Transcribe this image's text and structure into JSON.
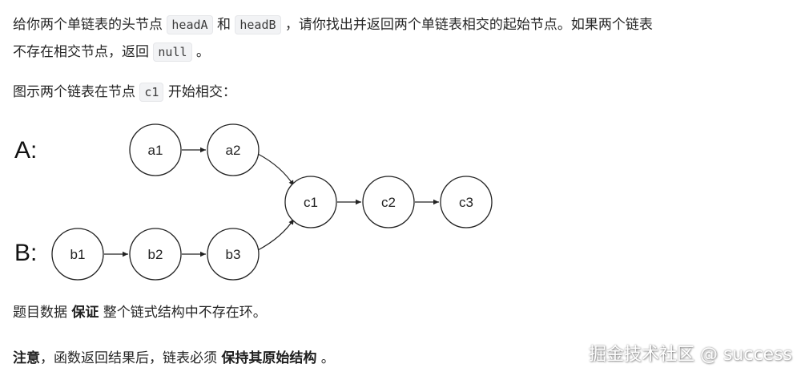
{
  "paragraph1": {
    "line1_a": "给你两个单链表的头节点 ",
    "code_headA": "headA",
    "line1_b": " 和 ",
    "code_headB": "headB",
    "line1_c": " ，请你找出并返回两个单链表相交的起始节点。如果两个链表",
    "line2_a": "不存在相交节点，返回 ",
    "code_null": "null",
    "line2_b": " 。"
  },
  "paragraph2": {
    "text_a": "图示两个链表在节点 ",
    "code_c1": "c1",
    "text_b": " 开始相交："
  },
  "diagram": {
    "label_a": "A:",
    "label_b": "B:",
    "nodes": [
      {
        "id": "a1",
        "text": "a1"
      },
      {
        "id": "a2",
        "text": "a2"
      },
      {
        "id": "b1",
        "text": "b1"
      },
      {
        "id": "b2",
        "text": "b2"
      },
      {
        "id": "b3",
        "text": "b3"
      },
      {
        "id": "c1",
        "text": "c1"
      },
      {
        "id": "c2",
        "text": "c2"
      },
      {
        "id": "c3",
        "text": "c3"
      }
    ]
  },
  "paragraph3": {
    "text_a": "题目数据 ",
    "bold": "保证",
    "text_b": " 整个链式结构中不存在环。"
  },
  "paragraph4": {
    "bold_a": "注意",
    "text_a": "，函数返回结果后，链表必须 ",
    "bold_b": "保持其原始结构",
    "text_b": " 。"
  },
  "watermark": "掘金技术社区 @ success"
}
